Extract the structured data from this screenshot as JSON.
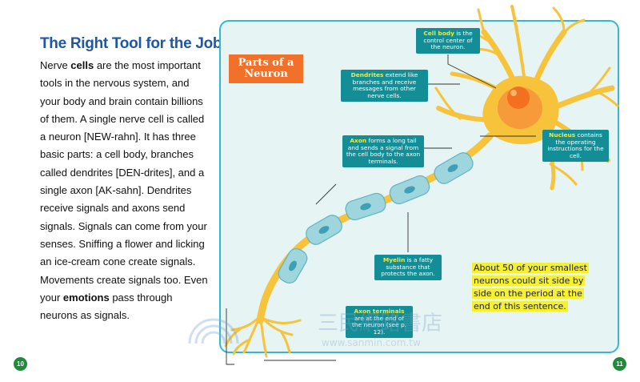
{
  "left_page": {
    "title": "The Right Tool for the Job",
    "paragraph": [
      {
        "text": "Nerve ",
        "bold": false
      },
      {
        "text": "cells",
        "bold": true
      },
      {
        "text": " are the most important tools in the nervous system, and your body and brain contain billions of them. A single nerve cell is called a neuron [NEW-rahn]. It has three basic parts: a cell body, branches called dendrites [DEN-drites], and a single axon [AK-sahn]. Dendrites receive signals and axons send signals. Signals can come from your senses. Sniffing a flower and licking an ice-cream cone create signals. Movements create signals too. Even your ",
        "bold": false
      },
      {
        "text": "emotions",
        "bold": true
      },
      {
        "text": " pass through neurons as signals.",
        "bold": false
      }
    ],
    "page_number": "10"
  },
  "right_page": {
    "panel_title": "Parts of a Neuron",
    "labels": {
      "cell_body": {
        "term": "Cell body",
        "text": " is the control center of the neuron."
      },
      "dendrites": {
        "term": "Dendrites",
        "text": " extend like branches and receive messages from other nerve cells."
      },
      "axon": {
        "term": "Axon",
        "text": " forms a long tail and sends a signal from the cell body to the axon terminals."
      },
      "nucleus": {
        "term": "Nucleus",
        "text": " contains the operating instructions for the cell."
      },
      "myelin": {
        "term": "Myelin",
        "text": " is a fatty substance that protects the axon."
      },
      "axon_terminals": {
        "term": "Axon terminals",
        "text": " are at the end of the neuron (see p. 12)."
      }
    },
    "fact": "About 50 of your smallest neurons could sit side by side on the period at the end of this sentence.",
    "page_number": "11"
  },
  "watermark": {
    "text": "三民網路書店",
    "url": "www.sanmin.com.tw"
  },
  "colors": {
    "title_blue": "#1e57a6",
    "panel_border": "#34b7d5",
    "panel_bg": "#e6f4f4",
    "label_teal": "#138d96",
    "term_yellow": "#f4ea35",
    "title_orange": "#f2712a",
    "neuron_yellow": "#f6c33a",
    "nucleus_orange": "#f37021",
    "myelin_blue": "#9fd6de",
    "highlight_yellow": "#f5f032",
    "page_num_green": "#1f8a3a"
  }
}
